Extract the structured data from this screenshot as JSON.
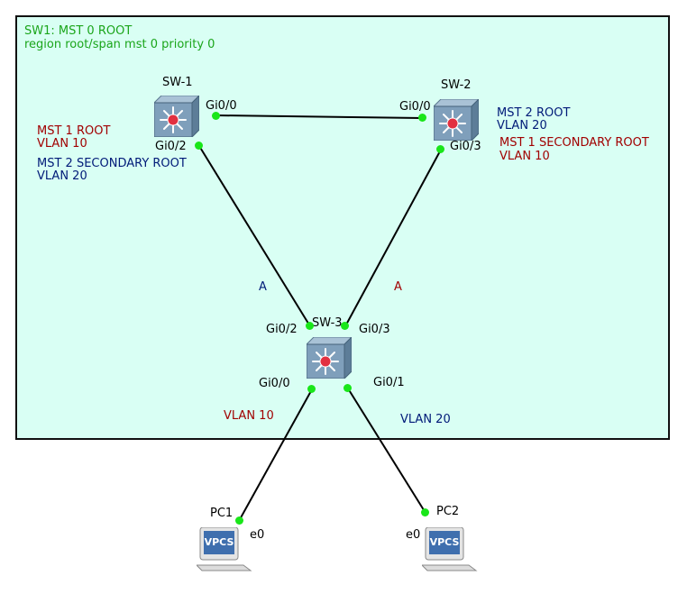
{
  "region": {
    "title": "SW1: MST 0 ROOT",
    "subtitle": "region root/span mst 0 priority 0"
  },
  "devices": {
    "sw1": {
      "name": "SW-1"
    },
    "sw2": {
      "name": "SW-2"
    },
    "sw3": {
      "name": "SW-3"
    },
    "pc1": {
      "name": "PC1",
      "screen_text": "VPCS"
    },
    "pc2": {
      "name": "PC2",
      "screen_text": "VPCS"
    }
  },
  "ports": {
    "sw1_gi00": "Gi0/0",
    "sw1_gi02": "Gi0/2",
    "sw2_gi00": "Gi0/0",
    "sw2_gi03": "Gi0/3",
    "sw3_gi02": "Gi0/2",
    "sw3_gi03": "Gi0/3",
    "sw3_gi00": "Gi0/0",
    "sw3_gi01": "Gi0/1",
    "pc1_e0": "e0",
    "pc2_e0": "e0"
  },
  "annotations": {
    "sw1_mst1_root": "MST 1 ROOT",
    "sw1_vlan10": "VLAN 10",
    "sw1_mst2_secondary": "MST 2 SECONDARY ROOT",
    "sw1_vlan20": "VLAN 20",
    "sw2_mst2_root": "MST 2 ROOT",
    "sw2_vlan20": "VLAN 20",
    "sw2_mst1_secondary": "MST 1 SECONDARY ROOT",
    "sw2_vlan10": "VLAN 10",
    "link_left_type": "A",
    "link_right_type": "A",
    "pc1_vlan": "VLAN 10",
    "pc2_vlan": "VLAN 20"
  },
  "colors": {
    "region_bg": "#d9fff4",
    "mst0": "#1aa51a",
    "mst1": "#a10000",
    "mst2": "#001a78",
    "port_dot": "#19e619"
  }
}
